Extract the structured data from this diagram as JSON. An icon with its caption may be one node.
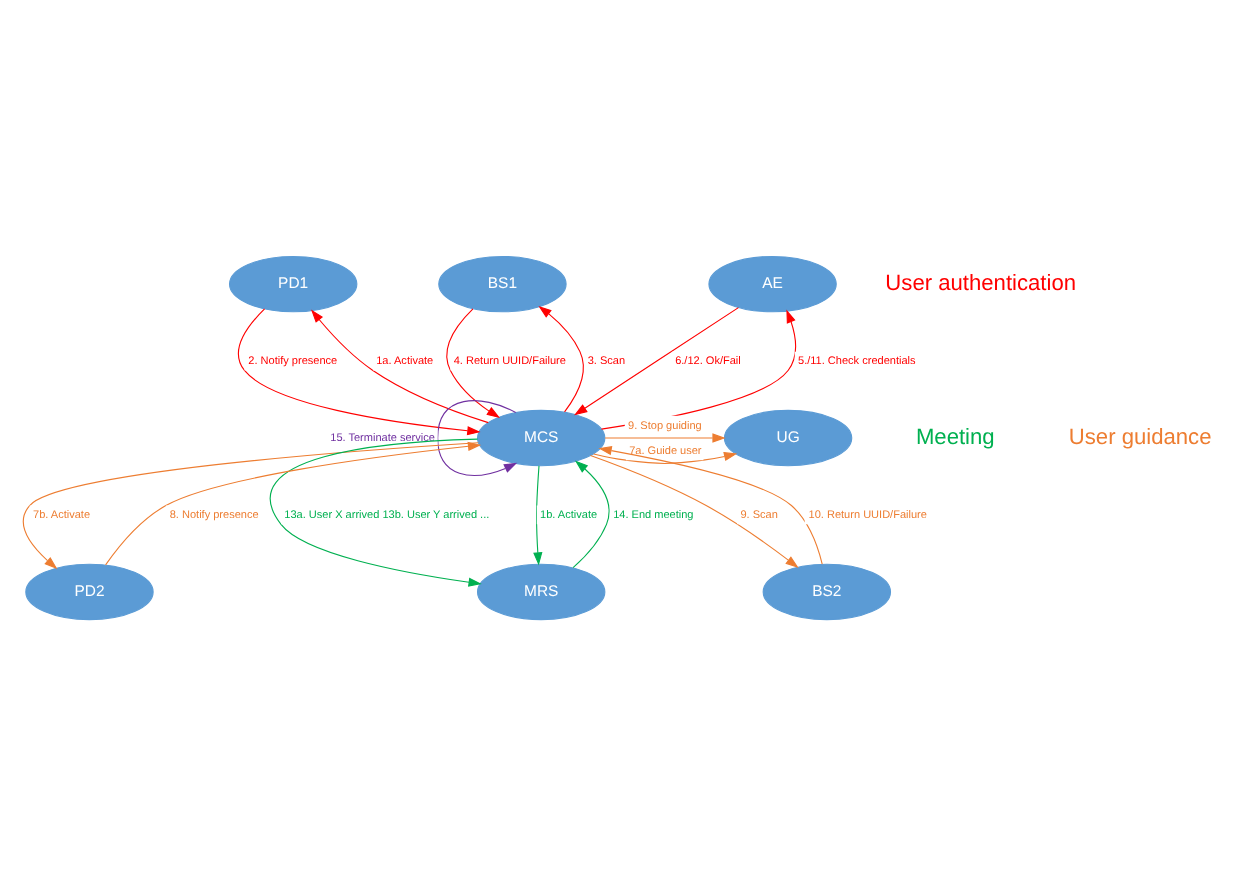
{
  "diagram": {
    "nodes": [
      {
        "text": [
          "PD1"
        ]
      },
      {
        "text": [
          "BS1"
        ]
      },
      {
        "text": [
          "AE"
        ]
      },
      {
        "text": [
          "MCS"
        ]
      },
      {
        "text": [
          "UG"
        ]
      },
      {
        "text": [
          "PD2"
        ]
      },
      {
        "text": [
          "MRS"
        ]
      },
      {
        "text": [
          "BS2"
        ]
      }
    ],
    "edges": [
      {
        "from": 3,
        "to": 0,
        "arrow": "to",
        "label": "1a. Activate",
        "color": "#ff0000"
      },
      {
        "from": 0,
        "to": 3,
        "arrow": "to",
        "label": "2. Notify presence",
        "color": "#ff0000"
      },
      {
        "from": 3,
        "to": 1,
        "arrow": "to",
        "label": "3. Scan",
        "color": "#ff0000"
      },
      {
        "from": 1,
        "to": 3,
        "arrow": "to",
        "label": "4. Return UUID/Failure",
        "color": "#ff0000"
      },
      {
        "from": 3,
        "to": 2,
        "arrow": "to",
        "label": "5./11. Check credentials",
        "color": "#ff0000"
      },
      {
        "from": 2,
        "to": 3,
        "arrow": "to",
        "label": "6./12. Ok/Fail",
        "color": "#ff0000"
      },
      {
        "from": 3,
        "to": 3,
        "arrow": "to",
        "label": "15. Terminate service",
        "color": "#7030a0"
      },
      {
        "from": 3,
        "to": 4,
        "arrow": "to",
        "label": "7a. Guide user",
        "color": "#ed7d31"
      },
      {
        "from": 3,
        "to": 4,
        "arrow": "to",
        "label": "9. Stop guiding",
        "color": "#ed7d31"
      },
      {
        "from": 3,
        "to": 5,
        "arrow": "to",
        "label": "7b. Activate",
        "color": "#ed7d31"
      },
      {
        "from": 5,
        "to": 3,
        "arrow": "to",
        "label": "8. Notify presence",
        "color": "#ed7d31"
      },
      {
        "from": 3,
        "to": 7,
        "arrow": "to",
        "label": "9. Scan",
        "color": "#ed7d31"
      },
      {
        "from": 7,
        "to": 3,
        "arrow": "to",
        "label": "10. Return UUID/Failure",
        "color": "#ed7d31"
      },
      {
        "from": 3,
        "to": 6,
        "arrow": "to",
        "label": "13a. User X arrived 13b. User Y arrived ...",
        "color": "#00b050"
      },
      {
        "from": 3,
        "to": 6,
        "arrow": "to",
        "label": "1b. Activate",
        "color": "#00b050"
      },
      {
        "from": 6,
        "to": 3,
        "arrow": "to",
        "label": "14. End meeting",
        "color": "#00b050"
      }
    ],
    "labels": [
      "User authentication",
      "Meeting",
      "User guidance"
    ]
  }
}
